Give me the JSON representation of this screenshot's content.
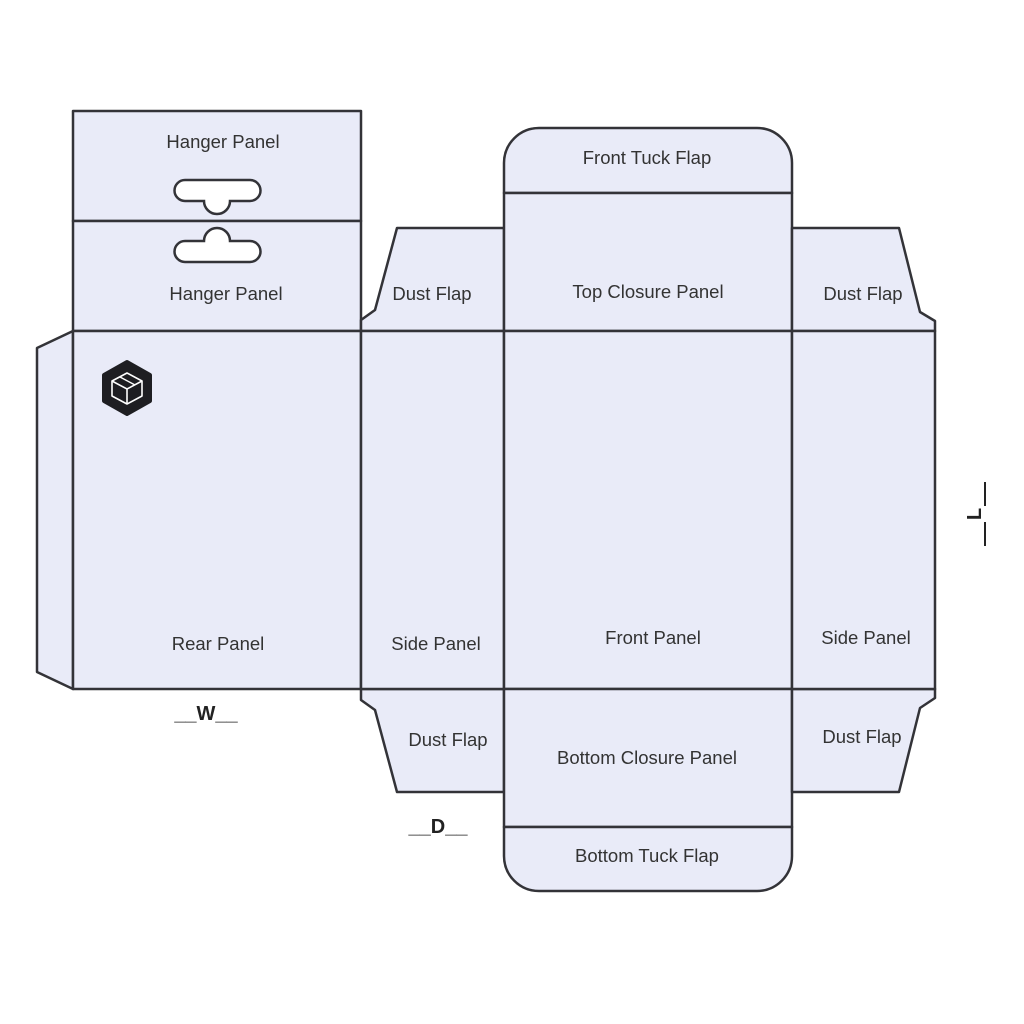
{
  "colors": {
    "panel_fill": "#e9ebf8",
    "outline": "#333338",
    "text": "#333333"
  },
  "panels": {
    "hanger_top": "Hanger Panel",
    "hanger_bottom": "Hanger Panel",
    "rear": "Rear Panel",
    "side_left": "Side Panel",
    "dust_top_left": "Dust Flap",
    "dust_bottom_left": "Dust Flap",
    "front_tuck": "Front Tuck Flap",
    "top_closure": "Top Closure Panel",
    "front": "Front Panel",
    "bottom_closure": "Bottom Closure Panel",
    "bottom_tuck": "Bottom Tuck Flap",
    "dust_top_right": "Dust Flap",
    "side_right": "Side Panel",
    "dust_bottom_right": "Dust Flap"
  },
  "dimensions": {
    "width": "__W__",
    "depth": "__D__",
    "length": "L"
  },
  "icons": {
    "logo": "box-hexagon-icon"
  }
}
